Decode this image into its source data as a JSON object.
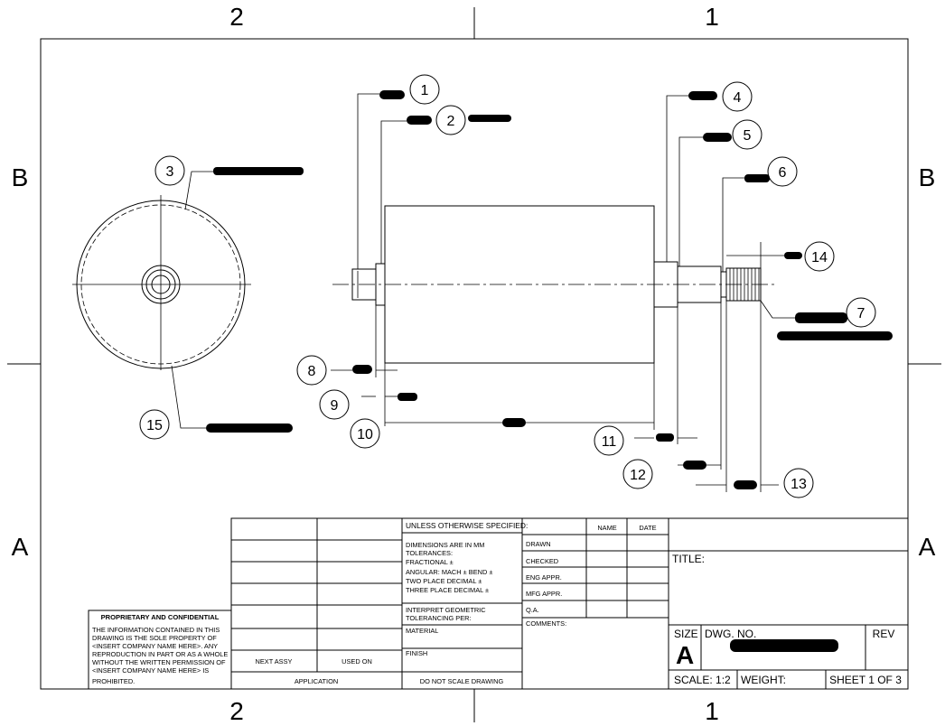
{
  "zones": {
    "top_left": "2",
    "top_right": "1",
    "bottom_left": "2",
    "bottom_right": "1",
    "left_upper": "B",
    "left_lower": "A",
    "right_upper": "B",
    "right_lower": "A"
  },
  "balloons": [
    "1",
    "2",
    "3",
    "4",
    "5",
    "6",
    "7",
    "8",
    "9",
    "10",
    "11",
    "12",
    "13",
    "14",
    "15"
  ],
  "title_block": {
    "unless_specified": "UNLESS OTHERWISE SPECIFIED:",
    "dims_mm": "DIMENSIONS ARE IN MM",
    "tolerances": "TOLERANCES:",
    "fractional": "FRACTIONAL ±",
    "angular": "ANGULAR: MACH ±    BEND ±",
    "two_place": "TWO PLACE DECIMAL    ±",
    "three_place": "THREE PLACE DECIMAL   ±",
    "interpret_geometric": "INTERPRET GEOMETRIC",
    "tolerancing_per": "TOLERANCING PER:",
    "material": "MATERIAL",
    "finish": "FINISH",
    "do_not_scale": "DO NOT SCALE DRAWING",
    "name": "NAME",
    "date": "DATE",
    "drawn": "DRAWN",
    "checked": "CHECKED",
    "eng_appr": "ENG APPR.",
    "mfg_appr": "MFG APPR.",
    "qa": "Q.A.",
    "comments": "COMMENTS:",
    "title": "TITLE:",
    "size_label": "SIZE",
    "size_value": "A",
    "dwg_no": "DWG.  NO.",
    "rev": "REV",
    "scale": "SCALE: 1:2",
    "weight": "WEIGHT:",
    "sheet": "SHEET 1 OF 3",
    "next_assy": "NEXT ASSY",
    "used_on": "USED ON",
    "application": "APPLICATION",
    "proprietary_title": "PROPRIETARY AND CONFIDENTIAL",
    "proprietary_lines": [
      "THE INFORMATION CONTAINED IN THIS",
      "DRAWING IS THE SOLE PROPERTY OF",
      "<INSERT COMPANY NAME HERE>.  ANY",
      "REPRODUCTION IN PART OR AS A WHOLE",
      "WITHOUT THE WRITTEN PERMISSION OF",
      "<INSERT COMPANY NAME HERE> IS",
      "PROHIBITED."
    ]
  }
}
